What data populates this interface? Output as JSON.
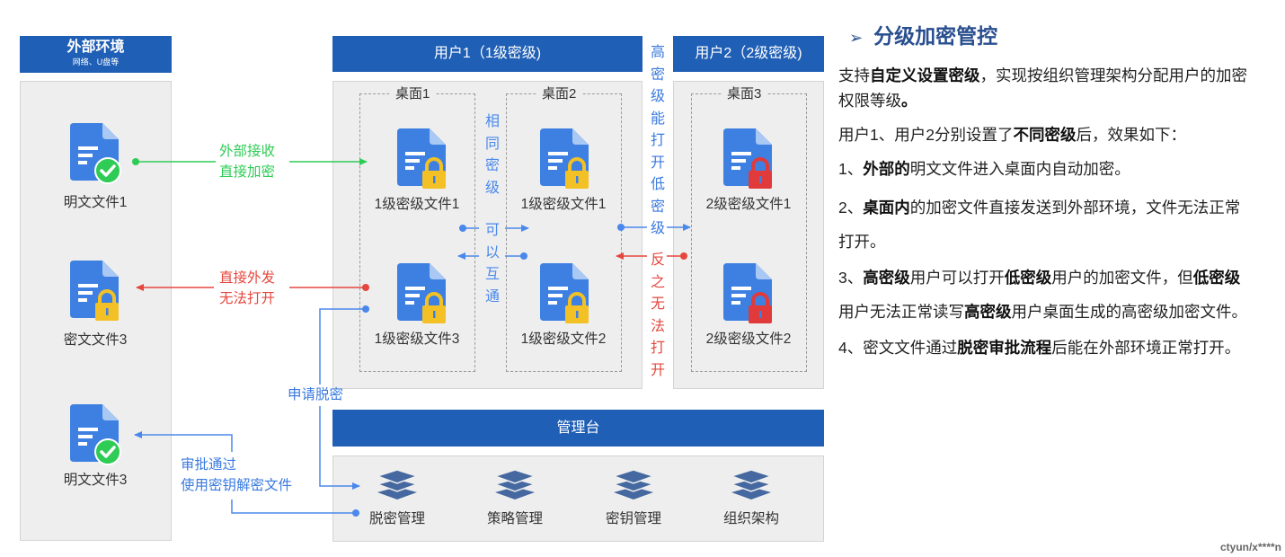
{
  "colors": {
    "header_blue": "#1f5fb5",
    "doc_blue": "#3d80e2",
    "green": "#2ecc55",
    "red": "#e5473e",
    "lock_yellow": "#f3c125",
    "lock_red": "#e03a3a",
    "arrow_blue": "#4a88ec",
    "layer_blue": "#44689f"
  },
  "diagram": {
    "external": {
      "title": "外部环境",
      "subtitle": "网络、U盘等",
      "files": [
        {
          "label": "明文文件1",
          "icon": "doc-check-icon"
        },
        {
          "label": "密文文件3",
          "icon": "doc-lock-yellow-icon"
        },
        {
          "label": "明文文件3",
          "icon": "doc-check-icon"
        }
      ]
    },
    "user1": {
      "title": "用户1（1级密级)",
      "desktop1": {
        "label": "桌面1",
        "files": [
          "1级密级文件1",
          "1级密级文件3"
        ]
      },
      "desktop2": {
        "label": "桌面2",
        "files": [
          "1级密级文件1",
          "1级密级文件2"
        ]
      }
    },
    "user2": {
      "title": "用户2（2级密级)",
      "desktop3": {
        "label": "桌面3",
        "files": [
          "2级密级文件1",
          "2级密级文件2"
        ]
      }
    },
    "annotations": {
      "same_level": "相同密级",
      "interop": "可以互通",
      "high_opens_low": "高密级能打开低密级",
      "reverse_fail": "反之无法打开",
      "external_in_1": "外部接收",
      "external_in_2": "直接加密",
      "send_out_1": "直接外发",
      "send_out_2": "无法打开",
      "apply_decrypt": "申请脱密",
      "approved_1": "审批通过",
      "approved_2": "使用密钥解密文件"
    },
    "console": {
      "title": "管理台",
      "items": [
        "脱密管理",
        "策略管理",
        "密钥管理",
        "组织架构"
      ]
    }
  },
  "description": {
    "heading_marker": "➢",
    "heading": "分级加密管控",
    "p1": {
      "a": "支持",
      "b": "自定义设置密级",
      "c": "，实现按组织管理架构分配用户的加密权限等级",
      "d": "。"
    },
    "p2": {
      "a": "用户1、用户2分别设置了",
      "b": "不同密级",
      "c": "后，效果如下："
    },
    "p3": {
      "a": "1、",
      "b": "外部的",
      "c": "明文文件进入桌面内自动加密。"
    },
    "p4": {
      "a": "2、",
      "b": "桌面内",
      "c": "的加密文件直接发送到外部环境，文件无法正常打开。"
    },
    "p5": {
      "a": "3、",
      "b": "高密级",
      "c": "用户可以打开",
      "d": "低密级",
      "e": "用户的加密文件，但",
      "f": "低密级",
      "g": "用户无法正常读写",
      "h": "高密级",
      "i": "用户桌面生成的高密级加密文件。"
    },
    "p6": {
      "a": "4、密文文件通过",
      "b": "脱密审批流程",
      "c": "后能在外部环境正常打开。"
    }
  },
  "watermark": "ctyun/x****n"
}
